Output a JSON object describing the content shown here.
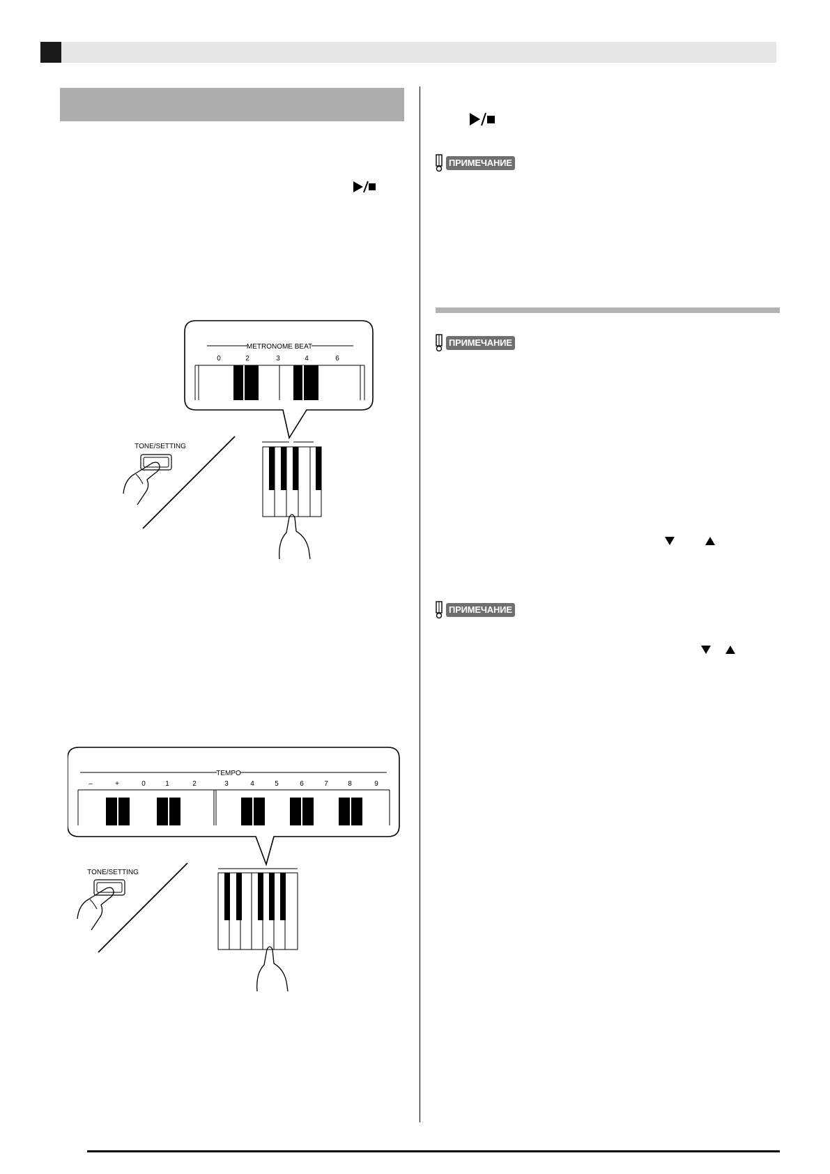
{
  "notes": {
    "label": "ПРИМЕЧАНИЕ"
  },
  "figure_metronome": {
    "title": "METRONOME BEAT",
    "numbers": [
      "0",
      "2",
      "3",
      "4",
      "6"
    ],
    "button_label": "TONE/SETTING"
  },
  "figure_tempo": {
    "title": "TEMPO",
    "numbers": [
      "–",
      "+",
      "0",
      "1",
      "2",
      "3",
      "4",
      "5",
      "6",
      "7",
      "8",
      "9"
    ],
    "button_label": "TONE/SETTING"
  },
  "icons": {
    "play_stop": "play-stop-icon",
    "down": "down-triangle-icon",
    "up": "up-triangle-icon",
    "pencil": "pencil-icon",
    "hand": "pointing-hand-icon"
  },
  "colors": {
    "header_band": "#e6e6e6",
    "section_band": "#adadad",
    "note_badge": "#6f6f6f",
    "rule": "#b4b4b4"
  }
}
